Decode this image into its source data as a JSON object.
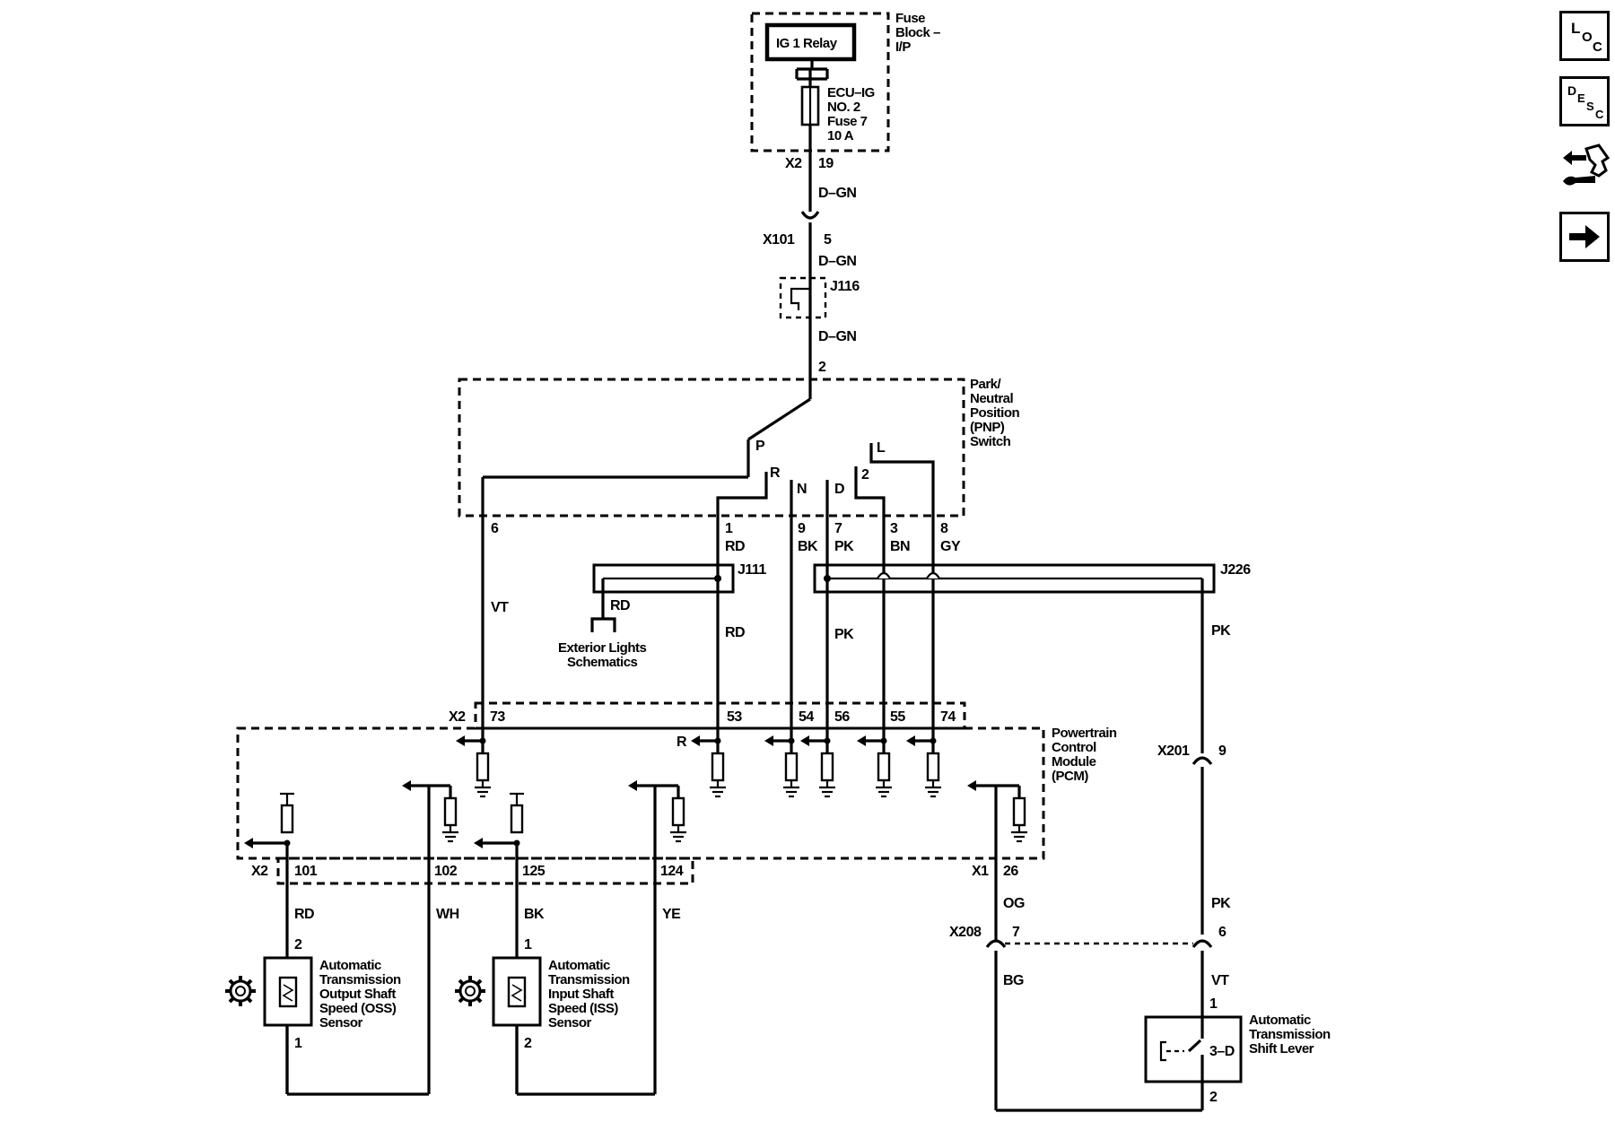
{
  "side_icons": [
    {
      "name": "location-icon",
      "glyph": "LOC"
    },
    {
      "name": "description-icon",
      "glyph": "DESC"
    },
    {
      "name": "repair-icon",
      "glyph": "repair"
    },
    {
      "name": "next-icon",
      "glyph": "arrow-right"
    }
  ],
  "fuse": {
    "block_label": [
      "Fuse",
      "Block –",
      "I/P"
    ],
    "relay": "IG 1 Relay",
    "fuse_label": [
      "ECU–IG",
      "NO. 2",
      "Fuse 7",
      "10 A"
    ],
    "connector": "X2",
    "pin": "19"
  },
  "upper": {
    "wire_color_1": "D–GN",
    "inline_connector": "X101",
    "inline_pin": "5",
    "wire_color_2": "D–GN",
    "splice": "J116",
    "wire_color_3": "D–GN",
    "switch_input_pin": "2"
  },
  "pnp": {
    "label": [
      "Park/",
      "Neutral",
      "Position",
      "(PNP)",
      "Switch"
    ],
    "contacts": {
      "p": "P",
      "r": "R",
      "n": "N",
      "d": "D",
      "two": "2",
      "l": "L"
    },
    "pins": {
      "p": "6",
      "r": "1",
      "n": "9",
      "d": "7",
      "two": "3",
      "l": "8"
    },
    "colors": {
      "r": "RD",
      "n": "BK",
      "d": "PK",
      "two": "BN",
      "l": "GY"
    }
  },
  "mid": {
    "vt": "VT",
    "j111": "J111",
    "rd_branch": "RD",
    "exterior": [
      "Exterior Lights",
      "Schematics"
    ],
    "rd_main": "RD",
    "pk_main": "PK",
    "j226": "J226",
    "pk_right": "PK"
  },
  "pcm": {
    "label": [
      "Powertrain",
      "Control",
      "Module",
      "(PCM)"
    ],
    "top_connector": "X2",
    "top_pins": [
      "73",
      "53",
      "54",
      "56",
      "55",
      "74"
    ],
    "r_label": "R",
    "bottom_connector_left": "X2",
    "bottom_pins_left": [
      "101",
      "102",
      "125",
      "124"
    ],
    "bottom_connector_right": "X1",
    "bottom_pin_right": "26"
  },
  "right": {
    "x201": "X201",
    "x201_pin": "9",
    "og": "OG",
    "pk": "PK",
    "x208": "X208",
    "x208_pin_left": "7",
    "x208_pin_right": "6",
    "bg": "BG",
    "vt": "VT",
    "lever_pin_top": "1",
    "lever_pin_bottom": "2",
    "lever_mode": "3–D",
    "lever_label": [
      "Automatic",
      "Transmission",
      "Shift Lever"
    ]
  },
  "sensors": {
    "oss": {
      "colors": [
        "RD",
        "WH"
      ],
      "pin_top": "2",
      "pin_bottom": "1",
      "label": [
        "Automatic",
        "Transmission",
        "Output Shaft",
        "Speed (OSS)",
        "Sensor"
      ]
    },
    "iss": {
      "colors": [
        "BK",
        "YE"
      ],
      "pin_top": "1",
      "pin_bottom": "2",
      "label": [
        "Automatic",
        "Transmission",
        "Input Shaft",
        "Speed (ISS)",
        "Sensor"
      ]
    }
  }
}
